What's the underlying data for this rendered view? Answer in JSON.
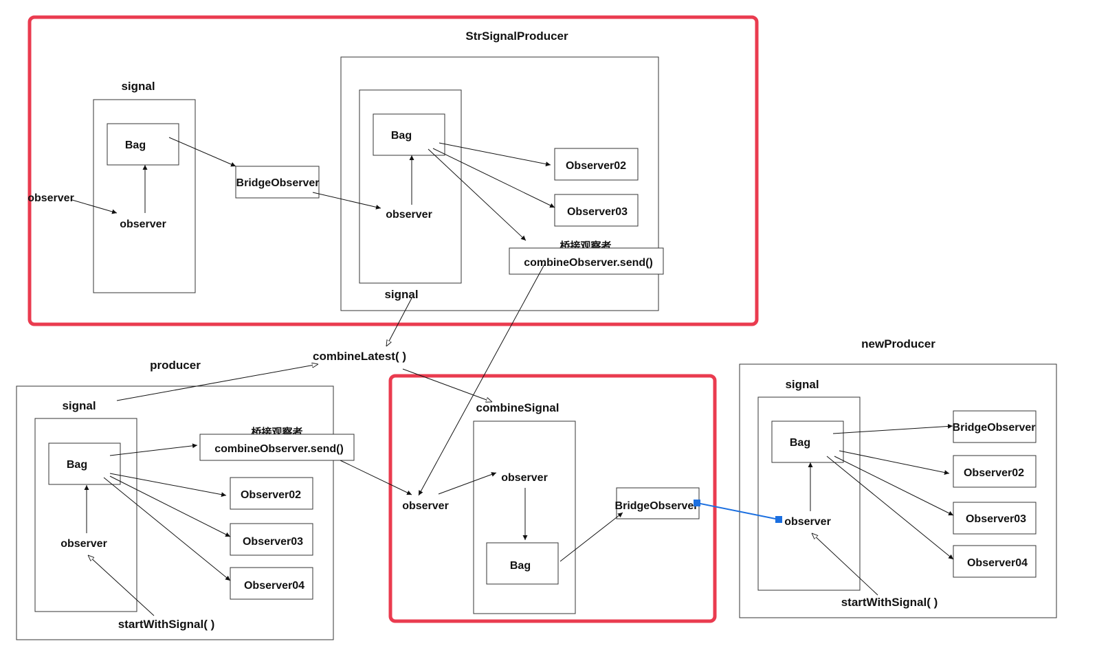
{
  "labels": {
    "str_signal_producer": "StrSignalProducer",
    "signal": "signal",
    "bag": "Bag",
    "observer": "observer",
    "bridge_observer": "BridgeObserver",
    "observer02": "Observer02",
    "observer03": "Observer03",
    "observer04": "Observer04",
    "bridge_observer_cn": "桥接观察者",
    "combine_observer_send": "combineObserver.send()",
    "combine_latest": "combineLatest( )",
    "producer": "producer",
    "combine_signal": "combineSignal",
    "new_producer": "newProducer",
    "start_with_signal": "startWithSignal( )"
  },
  "colors": {
    "highlight_frame": "#ea3b4f",
    "connector": "#1b6fe0",
    "box_stroke": "#333333"
  }
}
